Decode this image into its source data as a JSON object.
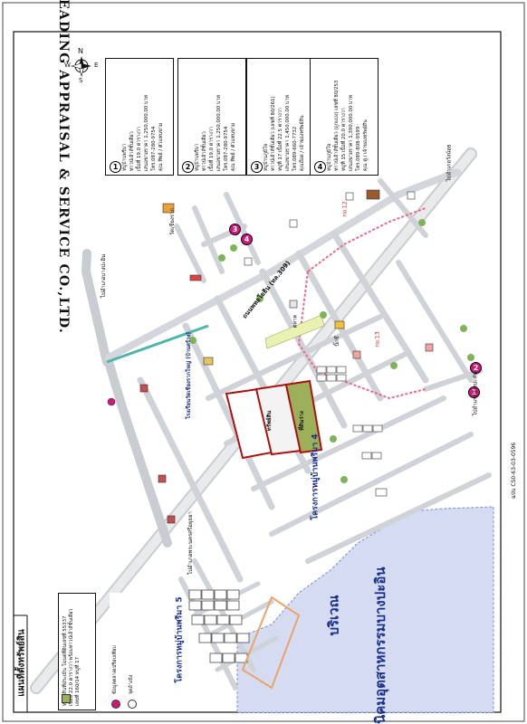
{
  "company": "LEADING APPRAISAL & SERVICE CO.,LTD.",
  "map_title": "แผนที่ตั้งทรัพย์สิน",
  "compass": {
    "n": "N",
    "s": "S",
    "e": "E",
    "w": "W"
  },
  "legend": {
    "subject_line1": "ทรัพย์สินที่ประเมิน โฉนดที่ดินเลขที่ 55337",
    "subject_line2": "เนื้อที่ 22.0 ตารางวา พร้อมทาวน์เฮ้าส์ชั้นเดียว",
    "subject_line3": "เลขที่ 160/14 หมู่ที่ 17",
    "comparables": "ข้อมูลตลาดเปรียบเทียบ",
    "landmark": "จุดอ้างอิง"
  },
  "comparables": [
    {
      "no": "1",
      "lines": [
        "หมู่บ้านพรีมา",
        "ทาวน์เฮ้าส์ชั้นเดียว",
        "เนื้อที่ 19.0 ตารางวา",
        "เสนอขายราคา 1,250,000.00 บาท",
        "โทร.087-280-9754",
        "คุณ ทิพย์ / ตัวแทนขาย"
      ]
    },
    {
      "no": "2",
      "lines": [
        "หมู่บ้านพรีมา",
        "ทาวน์เฮ้าส์ชั้นเดียว",
        "เนื้อที่ 19.0 ตารางวา",
        "เสนอขายราคา 1,250,000.00 บาท",
        "โทร.087-280-9754",
        "คุณ ทิพย์ / ตัวแทนขาย"
      ]
    },
    {
      "no": "3",
      "lines": [
        "หมู่บ้านภูมิใจ",
        "ทาวน์เฮ้าส์ชั้นเดียว (เลขที่ 80/261)",
        "หมู่ที่ 17 เนื้อที่ 22.5 ตารางวา",
        "เสนอขายราคา 1,450,000.00 บาท",
        "โทร.089-660-7732",
        "คุณอ๊อด / เจ้าของทรัพย์สิน"
      ]
    },
    {
      "no": "4",
      "lines": [
        "หมู่บ้านภูมิใจ",
        "ทาวน์เฮ้าส์ชั้นเดียว (ถูกแบ่ง) เลขที่ 80/253",
        "หมู่ที่ 15 เนื้อที่ 20.0 ตารางวา",
        "เสนอขายราคา 1,390,000.00 บาท",
        "โทร.089-808-9599",
        "คุณ ตู่ / เจ้าของทรัพย์สิน"
      ]
    }
  ],
  "labels": {
    "industrial_estate_1": "บริเวณ",
    "industrial_estate_2": "นิคมอุตสาหกรรมบางปะอิน",
    "village_5": "โครงการหมู่บ้านพรีมา 5",
    "village_4": "โครงการหมู่บ้านพรีมา 4",
    "highway": "ถนนพหลโยธิน (ทล.309)",
    "to_bangpain": "ไปอำเภอบางปะอิน",
    "to_wangnoi": "ไปอำเภอวังน้อย",
    "to_bangpahan": "ไปอำเภอบางปะหัน",
    "to_ayutthaya": "ไปอำเภอพระนครศรีอยุธยา",
    "school": "โรงเรียนวัดเชียงรากใหญ่ (บ้านสร้าง)",
    "temple": "วัดเชียงราก",
    "market": "ตลาด",
    "big_c": "บิ๊กซี",
    "plot_subject": "ทรัพย์สิน",
    "plot_vacant": "ที่ดินว่าง",
    "km_a": "กม.12",
    "km_b": "กม.13",
    "page_ref": "ฉบับ CS0-63-03-0596"
  }
}
